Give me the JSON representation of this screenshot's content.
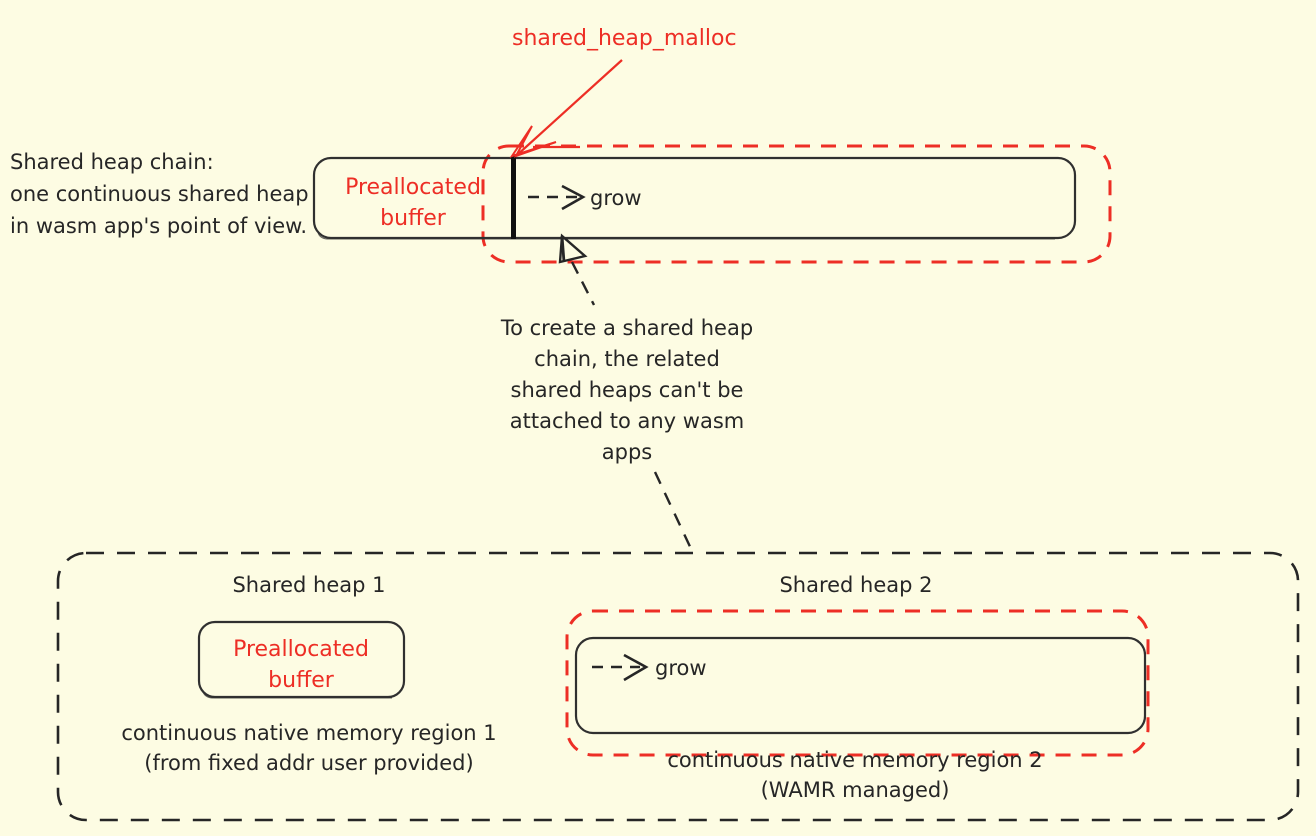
{
  "diagram": {
    "title_annotation": "shared_heap_malloc",
    "background_color": "#FDFCE3",
    "accent_color": "#ED2E25",
    "line_color": "#262626",
    "top_section": {
      "description_line1": "Shared heap chain:",
      "description_line2": "one continuous shared heap",
      "description_line3": "in wasm app's point of view.",
      "preallocated_label_line1": "Preallocated",
      "preallocated_label_line2": "buffer",
      "grow_label": "grow"
    },
    "callout": {
      "line1": "To create a shared heap",
      "line2": "chain, the related",
      "line3": "shared heaps can't be",
      "line4": "attached to any wasm",
      "line5": "apps"
    },
    "bottom_section": {
      "heap1_title": "Shared heap 1",
      "heap2_title": "Shared heap 2",
      "heap1_buffer_line1": "Preallocated",
      "heap1_buffer_line2": "buffer",
      "heap2_grow_label": "grow",
      "region1_line1": "continuous native memory region 1",
      "region1_line2": "(from fixed addr user provided)",
      "region2_line1": "continuous native memory region 2",
      "region2_line2": "(WAMR managed)"
    }
  }
}
